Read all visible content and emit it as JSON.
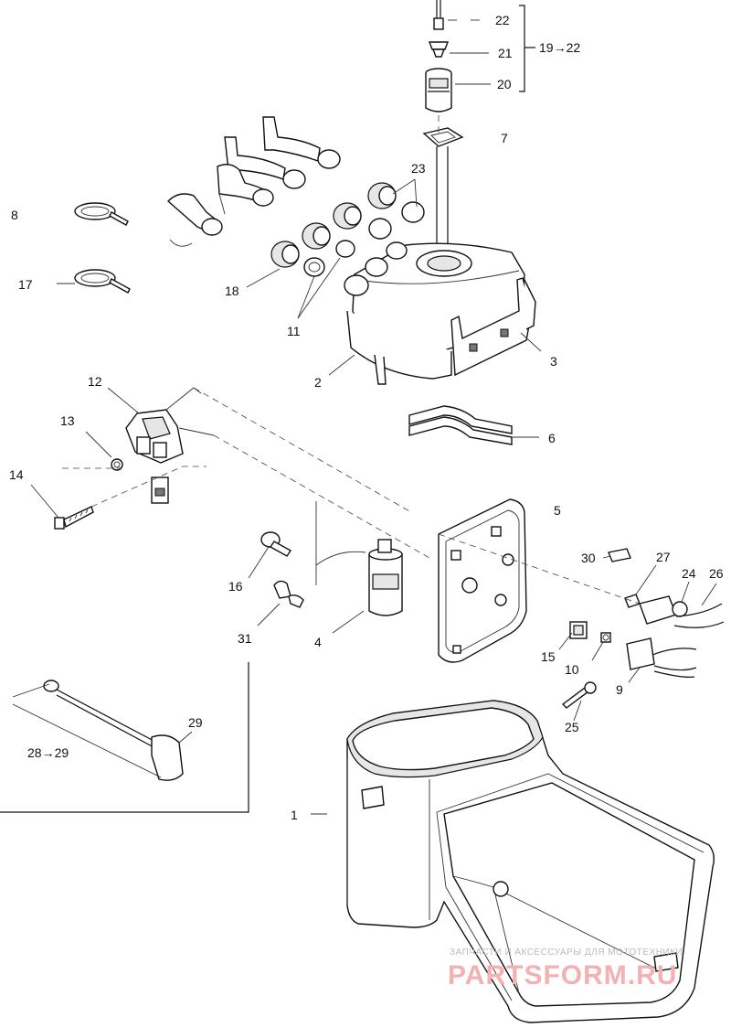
{
  "callouts": {
    "c1": "1",
    "c2": "2",
    "c3": "3",
    "c4": "4",
    "c5": "5",
    "c6": "6",
    "c7": "7",
    "c8": "8",
    "c9": "9",
    "c10": "10",
    "c11": "11",
    "c12": "12",
    "c13": "13",
    "c14": "14",
    "c15": "15",
    "c16": "16",
    "c17": "17",
    "c18": "18",
    "c20": "20",
    "c21": "21",
    "c22": "22",
    "c23": "23",
    "c24": "24",
    "c25": "25",
    "c26": "26",
    "c27": "27",
    "c29": "29",
    "c30": "30",
    "c31": "31",
    "c19to22": "19→22",
    "c28to29": "28→29"
  },
  "watermark": {
    "line1": "ЗАПЧАСТИ И АКСЕССУАРЫ ДЛЯ МОТОТЕХНИКИ",
    "brand": "PARTSFORM.RU",
    "brand_color": "#f3b2b2"
  }
}
